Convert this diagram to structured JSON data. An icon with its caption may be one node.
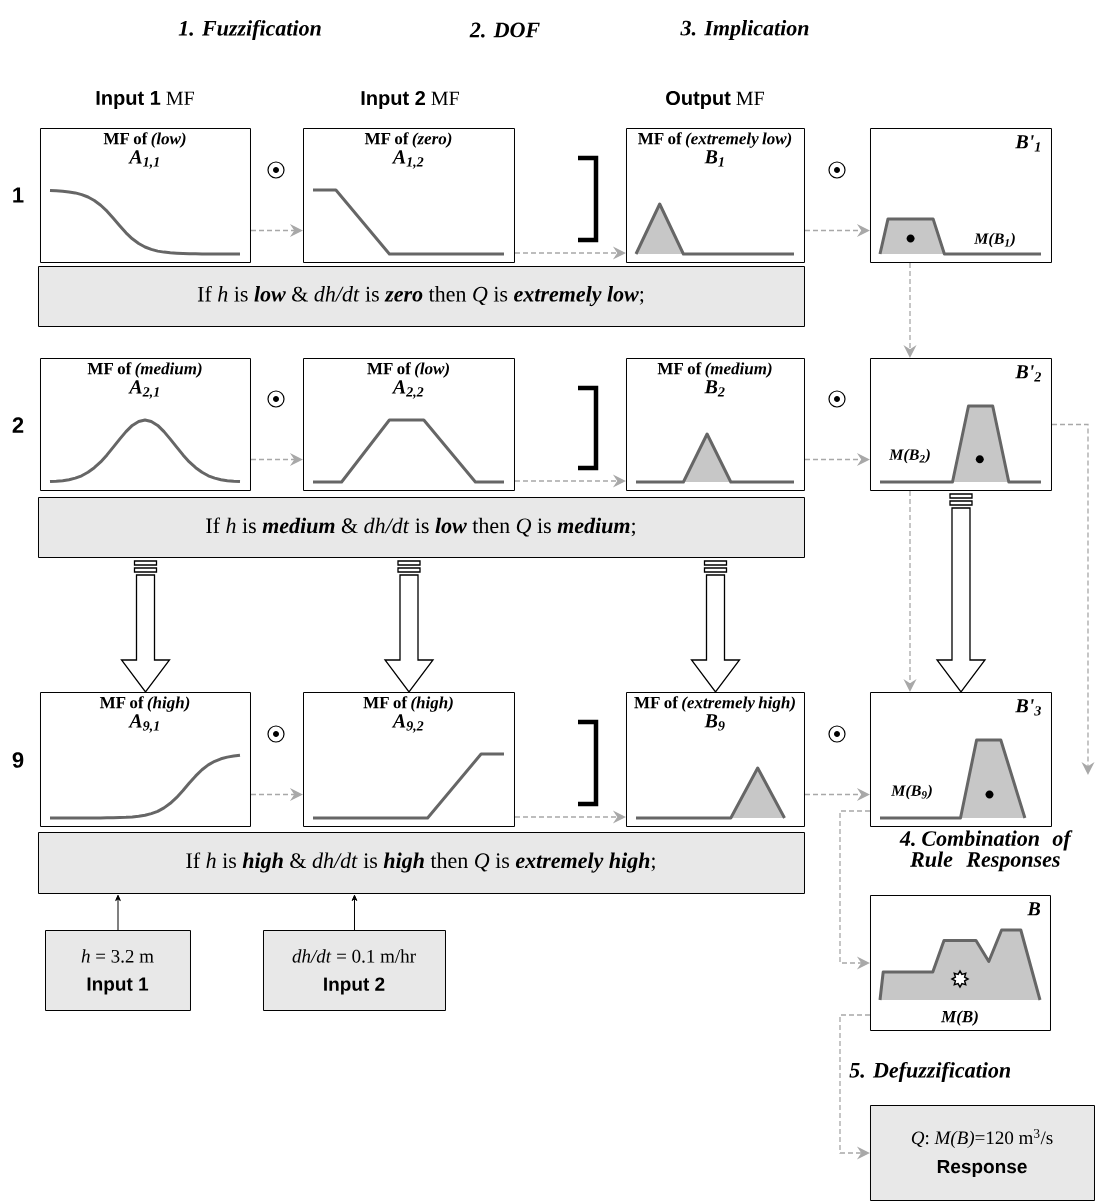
{
  "diagram": {
    "nodes": [
      {
        "text": [
          "MF of *(low)*",
          "A$_{1,1}$"
        ]
      },
      {
        "text": [
          "MF of *(zero)*",
          "A$_{1,2}$"
        ]
      },
      {
        "text": [
          "MF of *(extremely low)*",
          "B$_{1}$"
        ]
      },
      {
        "text": [
          "B'$_{1}$",
          "M(B$_{1}$)"
        ]
      },
      {
        "text": [
          "If *h* is **low** & *dh/dt* is **zero** then *Q* is **extremely low**;"
        ]
      },
      {
        "text": [
          "MF of *(medium)*",
          "A$_{2,1}$"
        ]
      },
      {
        "text": [
          "MF of *(low)*",
          "A$_{2,2}$"
        ]
      },
      {
        "text": [
          "MF of *(medium)*",
          "B$_{2}$"
        ]
      },
      {
        "text": [
          "B'$_{2}$",
          "M(B$_{2}$)"
        ]
      },
      {
        "text": [
          "If *h* is **medium** & *dh/dt* is **low** then *Q* is **medium**;"
        ]
      },
      {
        "text": [
          "MF of *(high)*",
          "A$_{9,1}$"
        ]
      },
      {
        "text": [
          "MF of *(high)*",
          "A$_{9,2}$"
        ]
      },
      {
        "text": [
          "MF of *(extremely high)*",
          "B$_{9}$"
        ]
      },
      {
        "text": [
          "B'$_{3}$",
          "M(B$_{9}$)"
        ]
      },
      {
        "text": [
          "If *h* is **high** & *dh/dt* is **high** then *Q* is **extremely high**;"
        ]
      },
      {
        "text": [
          "*h* = 3.2 m",
          "Input 1"
        ]
      },
      {
        "text": [
          "*dh/dt* = 0.1 m/hr",
          "Input 2"
        ]
      },
      {
        "text": [
          "B",
          "M(B)"
        ]
      },
      {
        "text": [
          "*Q*: *M(B)*=120 m$^{3}$/s",
          "Response"
        ]
      }
    ],
    "edges": [
      {
        "from": 0,
        "to": 1,
        "arrow": "to",
        "style": "dashed"
      },
      {
        "from": 1,
        "to": 2,
        "arrow": "to",
        "style": "dashed"
      },
      {
        "from": 2,
        "to": 3,
        "arrow": "to",
        "style": "dashed"
      },
      {
        "from": 5,
        "to": 6,
        "arrow": "to",
        "style": "dashed"
      },
      {
        "from": 6,
        "to": 7,
        "arrow": "to",
        "style": "dashed"
      },
      {
        "from": 7,
        "to": 8,
        "arrow": "to",
        "style": "dashed"
      },
      {
        "from": 10,
        "to": 11,
        "arrow": "to",
        "style": "dashed"
      },
      {
        "from": 11,
        "to": 12,
        "arrow": "to",
        "style": "dashed"
      },
      {
        "from": 12,
        "to": 13,
        "arrow": "to",
        "style": "dashed"
      },
      {
        "from": 3,
        "to": 8,
        "arrow": "to",
        "style": "dashed"
      },
      {
        "from": 8,
        "to": 13,
        "arrow": "to",
        "style": "dashed"
      },
      {
        "from": 8,
        "to": null,
        "arrow": "to",
        "style": "dashed"
      },
      {
        "from": 13,
        "to": 17,
        "arrow": "to",
        "style": "dashed"
      },
      {
        "from": 17,
        "to": 18,
        "arrow": "to",
        "style": "dashed"
      },
      {
        "from": 9,
        "to": 10,
        "arrow": "to",
        "style": "thick",
        "color": "#000000"
      },
      {
        "from": 9,
        "to": 11,
        "arrow": "to",
        "style": "thick",
        "color": "#000000"
      },
      {
        "from": 9,
        "to": 12,
        "arrow": "to",
        "style": "thick",
        "color": "#000000"
      },
      {
        "from": 8,
        "to": 13,
        "arrow": "to",
        "style": "thick",
        "color": "#000000"
      },
      {
        "from": 15,
        "to": 14,
        "arrow": "to",
        "color": "#000000"
      },
      {
        "from": 16,
        "to": 14,
        "arrow": "to",
        "color": "#000000"
      }
    ],
    "labels": [
      "1. Fuzzification",
      "2. DOF",
      "3. Implication",
      "**Input 1** MF",
      "**Input 2** MF",
      "**Output** MF",
      "1",
      "2",
      "9",
      "4. Combination of Rule Responses",
      "5. Defuzzification"
    ]
  }
}
